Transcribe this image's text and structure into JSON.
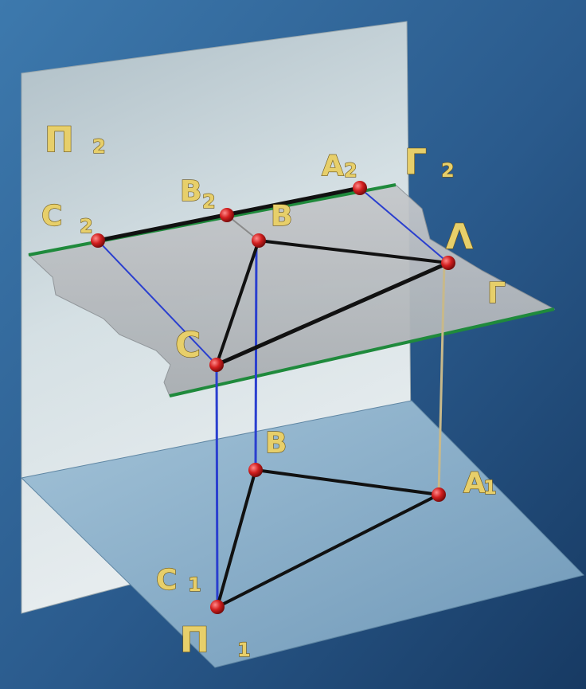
{
  "planes": {
    "frontal": "Π",
    "frontal_sub": "2",
    "horizontal": "Π",
    "horizontal_sub": "1",
    "cutting": "Γ",
    "cutting_trace": "Γ",
    "cutting_trace_sub": "2"
  },
  "points": {
    "A_space": "Λ",
    "B_space": "B",
    "C_space": "C",
    "A2": "A",
    "A2_sub": "2",
    "B2": "B",
    "B2_sub": "2",
    "C2": "C",
    "C2_sub": "2",
    "A1": "A",
    "A1_sub": "1",
    "B1": "B",
    "C1": "C",
    "C1_sub": "1"
  },
  "colors": {
    "background": "#2a5a8c",
    "frontal_plane": "#c3d3da",
    "horizontal_plane": "#8fb4cf",
    "cutting_plane": "#b8bcc0",
    "trace_line": "#1f8a3c",
    "projection_line_blue": "#2a3fcf",
    "projection_line_tan": "#c8b98a",
    "triangle_edge": "#111111",
    "point": "#d21f1f",
    "label": "#e7cf6a"
  }
}
